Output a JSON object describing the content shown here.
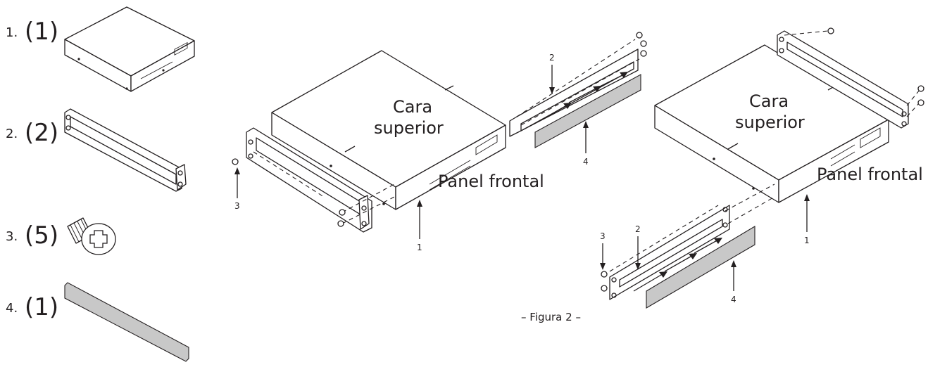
{
  "parts": [
    {
      "number": "1.",
      "qty": "(1)"
    },
    {
      "number": "2.",
      "qty": "(2)"
    },
    {
      "number": "3.",
      "qty": "(5)"
    },
    {
      "number": "4.",
      "qty": "(1)"
    }
  ],
  "figure_a": {
    "top_label_line1": "Cara",
    "top_label_line2": "superior",
    "front_label": "Panel frontal",
    "callouts": {
      "c1": "1",
      "c2": "2",
      "c3": "3",
      "c4": "4"
    }
  },
  "figure_b": {
    "top_label_line1": "Cara",
    "top_label_line2": "superior",
    "front_label": "Panel frontal",
    "callouts": {
      "c1": "1",
      "c2": "2",
      "c3": "3",
      "c4": "4"
    }
  },
  "caption": "– Figura 2 –"
}
